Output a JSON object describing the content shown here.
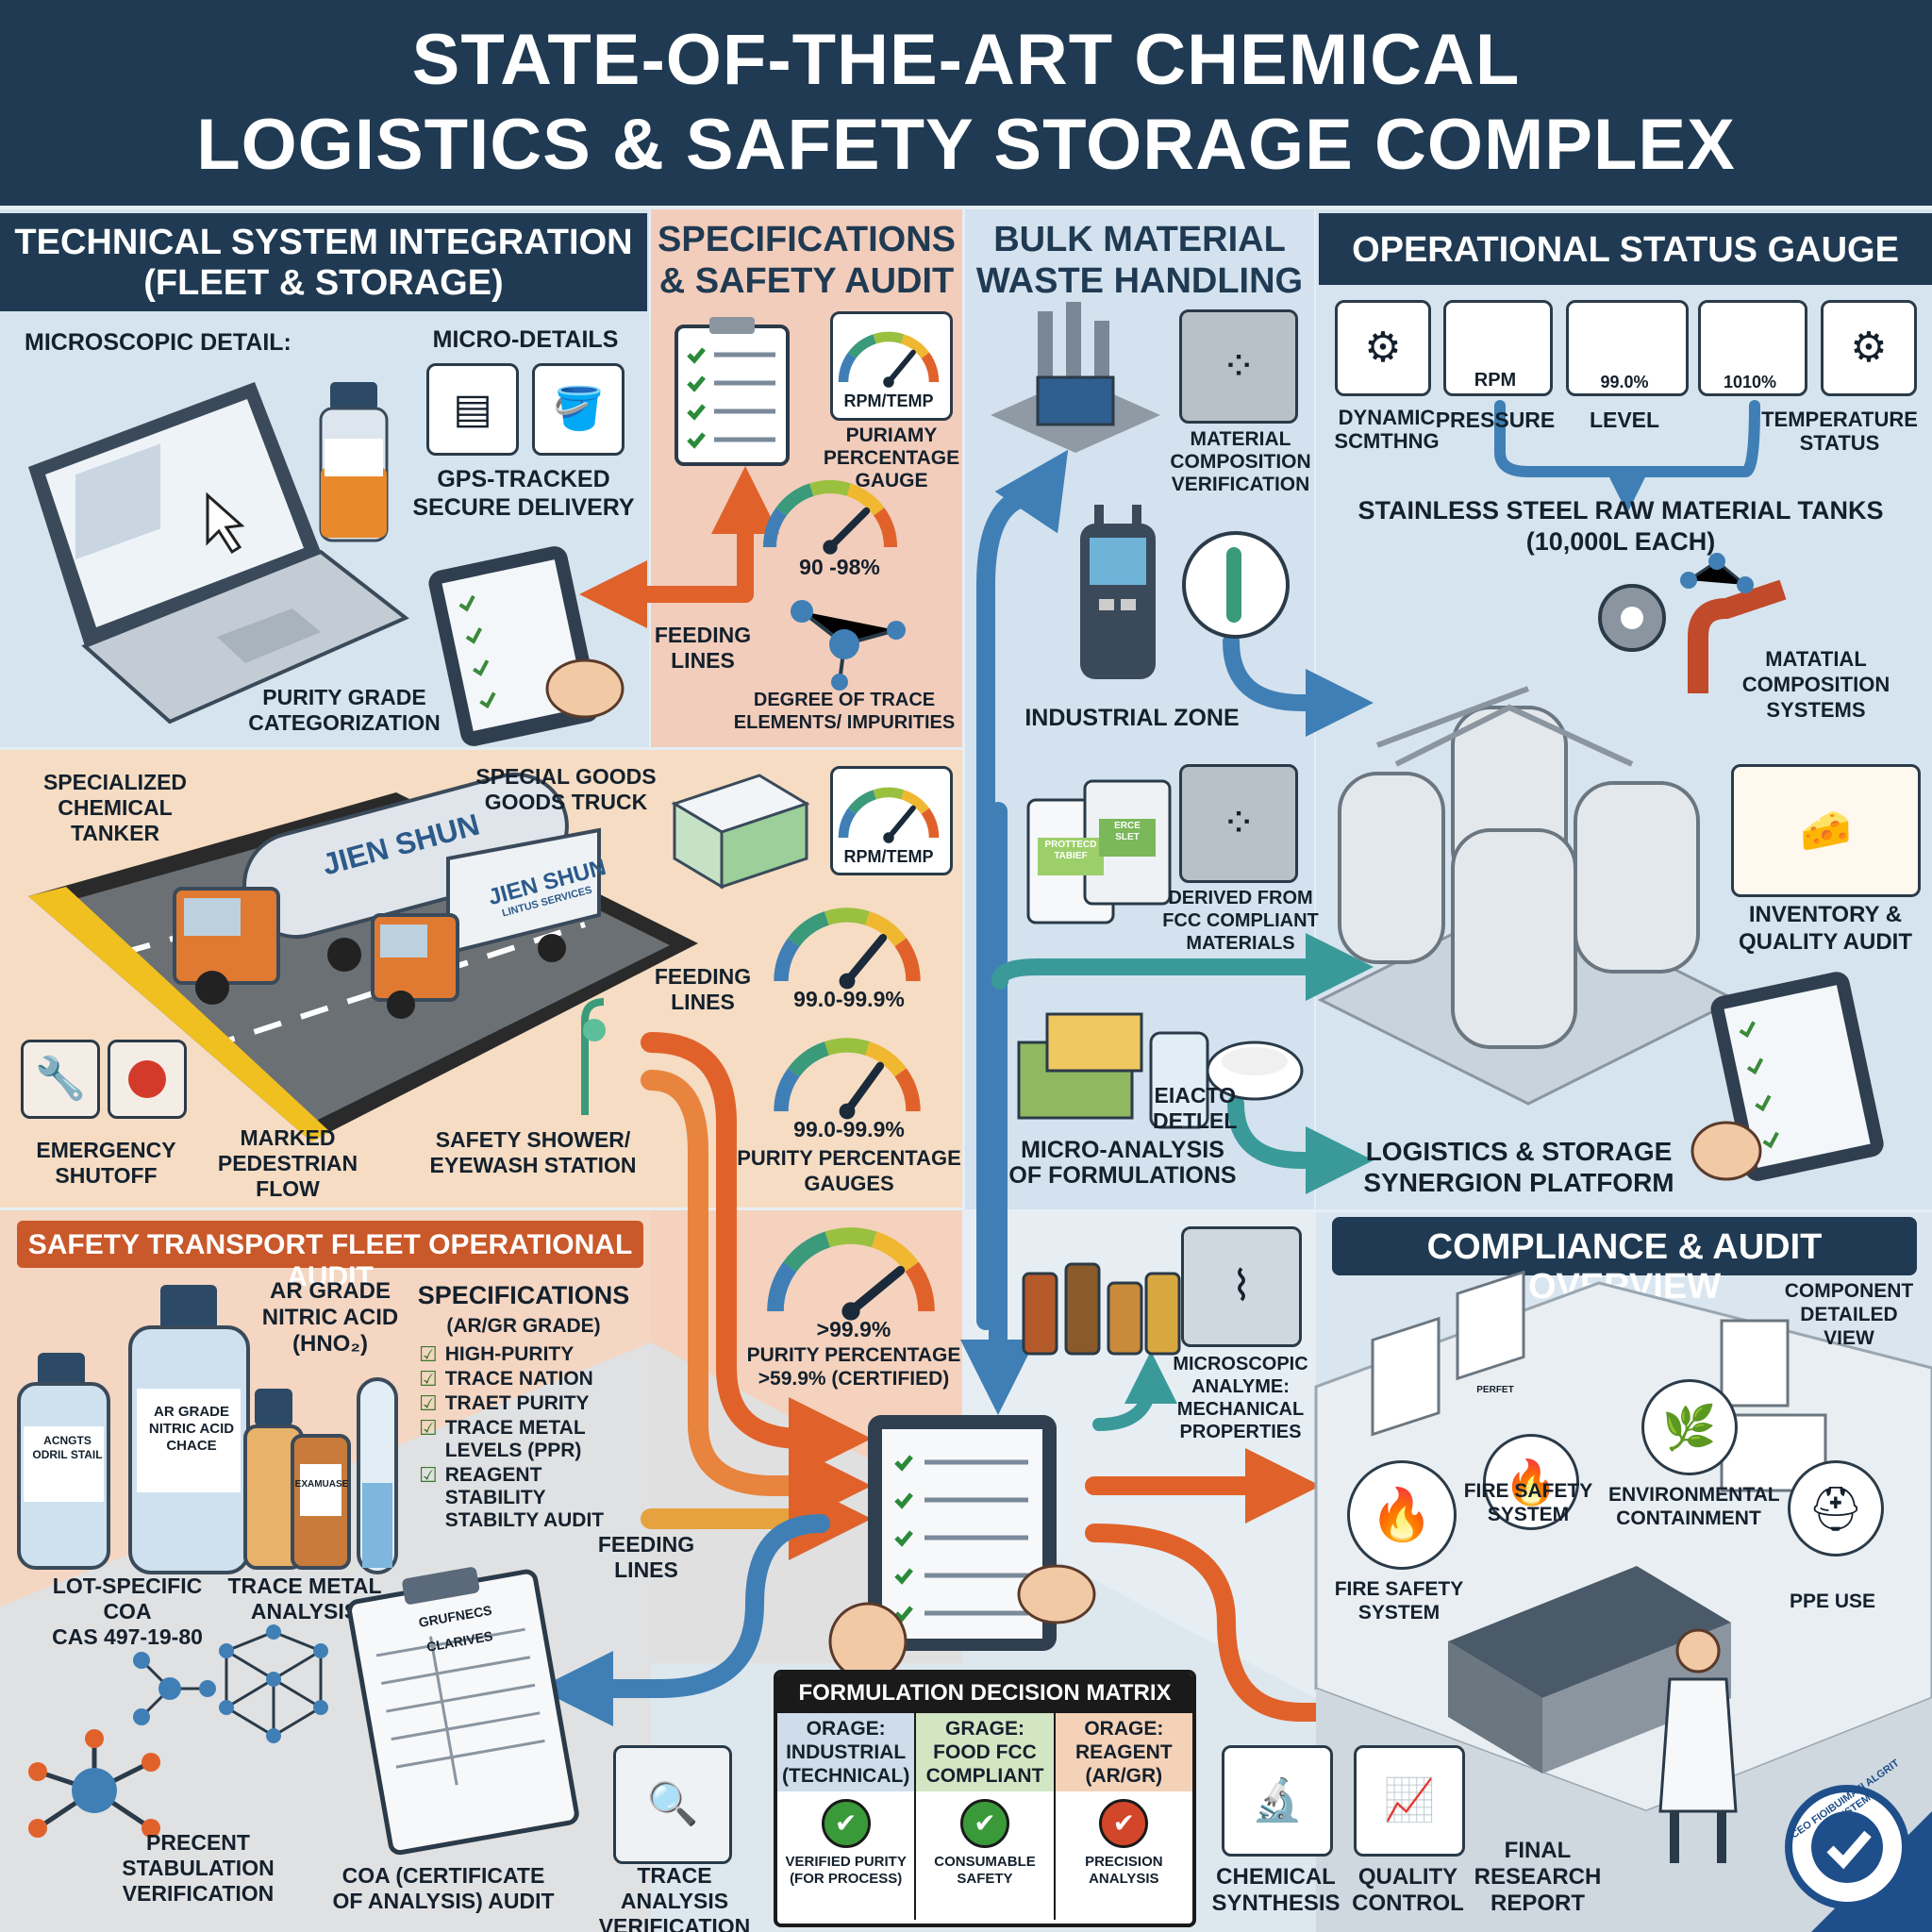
{
  "header": {
    "title_line1": "STATE-OF-THE-ART CHEMICAL",
    "title_line2": "LOGISTICS & SAFETY STORAGE COMPLEX"
  },
  "colors": {
    "navy": "#1f3a52",
    "orange_arrow": "#e0622a",
    "blue_arrow": "#3f7fb5",
    "teal_arrow": "#3a9a9a",
    "panel_peach": "#f5dcc3",
    "panel_blue": "#d6e4ef",
    "panel_pink": "#f2cdbb"
  },
  "tech": {
    "title": "TECHNICAL SYSTEM INTEGRATION\n(FLEET & STORAGE)",
    "microscopic": "MICROSCOPIC DETAIL:",
    "micro_details": "MICRO-DETAILS",
    "gps": "GPS-TRACKED\nSECURE DELIVERY",
    "purity_grade": "PURITY GRADE\nCATEGORIZATION"
  },
  "spec": {
    "title": "SPECIFICATIONS\n& SAFETY AUDIT",
    "rpm_temp_1": "RPM/TEMP",
    "puriamy": "PURIAMY\nPERCENTAGE\nGAUGE",
    "range_1": "90 -98%",
    "feeding_1": "FEEDING\nLINES",
    "degree": "DEGREE OF TRACE\nELEMENTS/ IMPURITIES",
    "rpm_temp_2": "RPM/TEMP",
    "feeding_2": "FEEDING\nLINES",
    "range_2": "99.0-99.9%",
    "range_3": "99.0-99.9%",
    "purity_gauges": "PURITY PERCENTAGE\nGAUGES",
    "certified_value": ">99.9%",
    "certified_label": "PURITY PERCENTAGE\n>59.9% (CERTIFIED)",
    "feeding_3": "FEEDING\nLINES"
  },
  "fleet": {
    "tanker_label": "SPECIALIZED\nCHEMICAL\nTANKER",
    "truck_label": "SPECIAL GOODS\nGOODS TRUCK",
    "brand_1": "JIEN SHUN",
    "brand_2": "JIEN SHUN",
    "brand_sub": "LINTUS SERVICES",
    "emergency": "EMERGENCY\nSHUTOFF",
    "pedestrian": "MARKED\nPEDESTRIAN\nFLOW",
    "shower": "SAFETY SHOWER/\nEYEWASH STATION"
  },
  "audit": {
    "title": "SAFETY TRANSPORT FLEET OPERATIONAL AUDIT",
    "nitric": "AR GRADE\nNITRIC ACID\n(HNO₂)",
    "bottle_big": "AR GRADE\nNITRIC ACID\nCHACE",
    "bottle_left": "ACNGTS\nODRIL STAIL",
    "bottle_small": "EXAMUASE",
    "spec_title": "SPECIFICATIONS",
    "spec_sub": "(AR/GR GRADE)",
    "spec_items": [
      "HIGH-PURITY",
      "TRACE NATION",
      "TRAET PURITY",
      "TRACE METAL\nLEVELS (PPR)",
      "REAGENT STABILITY\nSTABILTY AUDIT"
    ],
    "lot": "LOT-SPECIFIC COA\nCAS 497-19-80",
    "trace_metal": "TRACE METAL\nANALYSIS",
    "precent": "PRECENT\nSTABULATION\nVERIFICATION",
    "coa": "COA (CERTIFICATE\nOF ANALYSIS) AUDIT",
    "clipboard": "GRUFNECS CLARIVES",
    "trace_verif": "TRACE ANALYSIS\nVERIFICATION"
  },
  "bulk": {
    "title": "BULK MATERIAL\nWASTE HANDLING",
    "composition": "MATERIAL\nCOMPOSITION\nVERIFICATION",
    "industrial": "INDUSTRIAL ZONE",
    "bag_1": "PROTTECD\nTABIEF",
    "bag_2": "ERCE\nSLET",
    "derived": "DERIVED FROM\nFCC COMPLIANT\nMATERIALS",
    "jar": "EIACTO\nDETLEL",
    "micro_analysis": "MICRO-ANALYSIS\nOF FORMULATIONS",
    "microscopic": "MICROSCOPIC\nANALYME:\nMECHANICAL\nPROPERTIES"
  },
  "ops": {
    "title": "OPERATIONAL STATUS GAUGE",
    "dynamic": "DYNAMIC\nSCMTHNG",
    "rpm": "RPM",
    "pressure": "PRESSURE",
    "level_value": "99.0%",
    "level": "LEVEL",
    "value_1010": "1010%",
    "temperature": "TEMPERATURE\nSTATUS",
    "tanks": "STAINLESS STEEL RAW MATERIAL TANKS\n(10,000L EACH)",
    "matatial": "MATATIAL\nCOMPOSITION\nSYSTEMS",
    "inventory": "INVENTORY &\nQUALITY AUDIT",
    "logistics": "LOGISTICS & STORAGE\nSYNERGION PLATFORM"
  },
  "compliance": {
    "title": "COMPLIANCE & AUDIT OVERVIEW",
    "component": "COMPONENT\nDETAILED\nVIEW",
    "fire_1": "FIRE SAFETY\nSYSTEM",
    "environmental": "ENVIRONMENTAL\nCONTAINMENT",
    "fire_2": "FIRE SAFETY\nSYSTEM",
    "ppe": "PPE USE",
    "poster": "PERFET"
  },
  "matrix": {
    "title": "FORMULATION DECISION MATRIX",
    "columns": [
      {
        "head": "ORAGE:\nINDUSTRIAL\n(TECHNICAL)",
        "foot": "VERIFIED PURITY\n(FOR PROCESS)",
        "color": "#cfdcea",
        "mark": "check"
      },
      {
        "head": "GRAGE:\nFOOD FCC\nCOMPLIANT",
        "foot": "CONSUMABLE\nSAFETY",
        "color": "#d3e6c4",
        "mark": "check"
      },
      {
        "head": "ORAGE:\nREAGENT\n(AR/GR)",
        "foot": "PRECISION\nANALYSIS",
        "color": "#f4d2b8",
        "mark": "check"
      }
    ]
  },
  "bottom": {
    "chemical": "CHEMICAL\nSYNTHESIS",
    "quality": "QUALITY\nCONTROL",
    "final": "FINAL\nRESEARCH\nREPORT",
    "seal": "CEO FIOIBUIMAIII ALGRIT SYSTEM"
  }
}
